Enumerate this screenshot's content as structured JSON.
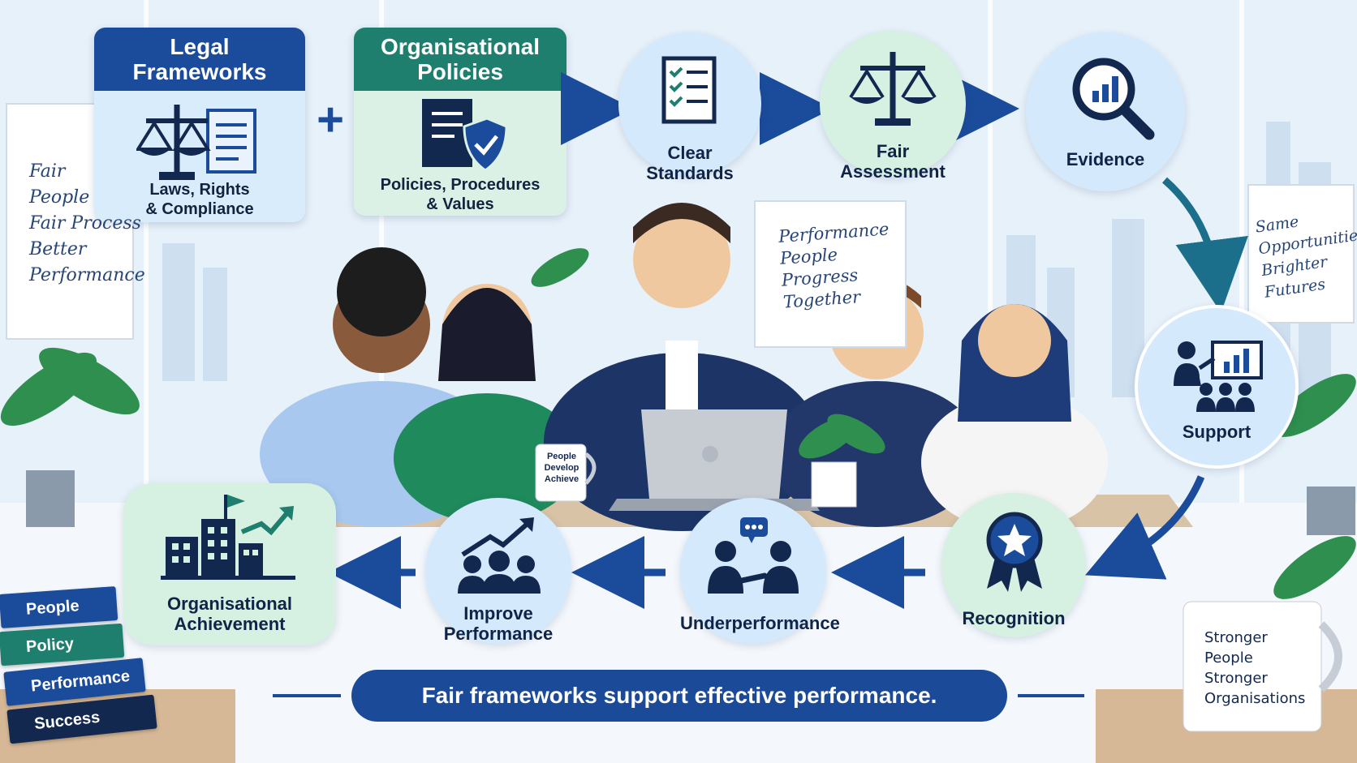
{
  "frameworks": {
    "legal": {
      "title_line1": "Legal",
      "title_line2": "Frameworks",
      "sub_line1": "Laws, Rights",
      "sub_line2": "& Compliance"
    },
    "policies": {
      "title_line1": "Organisational",
      "title_line2": "Policies",
      "sub_line1": "Policies, Procedures",
      "sub_line2": "& Values"
    },
    "plus": "+"
  },
  "flow": {
    "clear_standards": {
      "line1": "Clear",
      "line2": "Standards"
    },
    "fair_assessment": {
      "line1": "Fair",
      "line2": "Assessment"
    },
    "evidence": "Evidence",
    "support": "Support",
    "recognition": "Recognition",
    "underperformance": "Underperformance",
    "improve_performance": {
      "line1": "Improve",
      "line2": "Performance"
    },
    "organisational_achievement": {
      "line1": "Organisational",
      "line2": "Achievement"
    }
  },
  "whiteboards": {
    "left": [
      "Fair",
      "People",
      "Fair Process",
      "Better",
      "Performance"
    ],
    "center": [
      "Performance",
      "People",
      "Progress",
      "Together"
    ],
    "right": [
      "Same",
      "Opportunities",
      "Brighter",
      "Futures"
    ]
  },
  "mug_center": [
    "People",
    "Develop",
    "Achieve"
  ],
  "mug_right": [
    "Stronger",
    "People",
    "Stronger",
    "Organisations"
  ],
  "books": [
    "People",
    "Policy",
    "Performance",
    "Success"
  ],
  "banner": "Fair frameworks support effective performance.",
  "colors": {
    "navy": "#1a4a98",
    "teal": "#1e7f6e",
    "light_blue": "#d4e9fb",
    "light_green": "#d6f0e2",
    "dark_text": "#0f2447"
  }
}
